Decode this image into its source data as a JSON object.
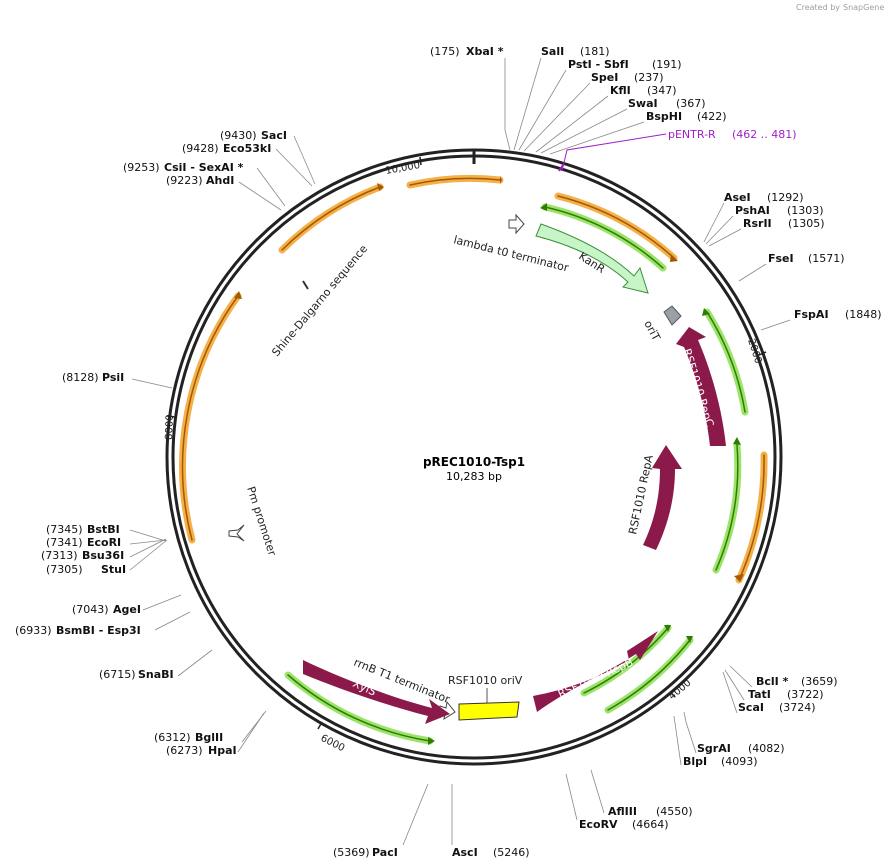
{
  "credit": {
    "created_by": "Created by",
    "brand": "SnapGene"
  },
  "plasmid": {
    "name": "pREC1010-Tsp1",
    "size_label": "10,283 bp",
    "length_bp": 10283
  },
  "ticks": [
    "10,000",
    "2000",
    "4000",
    "6000",
    "8000"
  ],
  "sites": [
    {
      "pos": "(175)",
      "name": "XbaI *"
    },
    {
      "pos": "(181)",
      "name": "SalI"
    },
    {
      "pos": "(191)",
      "name": "PstI  - SbfI"
    },
    {
      "pos": "(237)",
      "name": "SpeI"
    },
    {
      "pos": "(347)",
      "name": "KflI"
    },
    {
      "pos": "(367)",
      "name": "SwaI"
    },
    {
      "pos": "(422)",
      "name": "BspHI"
    },
    {
      "pos": "(1292)",
      "name": "AseI"
    },
    {
      "pos": "(1303)",
      "name": "PshAI"
    },
    {
      "pos": "(1305)",
      "name": "RsrII"
    },
    {
      "pos": "(1571)",
      "name": "FseI"
    },
    {
      "pos": "(1848)",
      "name": "FspAI"
    },
    {
      "pos": "(3659)",
      "name": "BclI *"
    },
    {
      "pos": "(3722)",
      "name": "TatI"
    },
    {
      "pos": "(3724)",
      "name": "ScaI"
    },
    {
      "pos": "(4082)",
      "name": "SgrAI"
    },
    {
      "pos": "(4093)",
      "name": "BlpI"
    },
    {
      "pos": "(4550)",
      "name": "AflIII"
    },
    {
      "pos": "(4664)",
      "name": "EcoRV"
    },
    {
      "pos": "(5246)",
      "name": "AscI"
    },
    {
      "pos": "(5369)",
      "name": "PacI"
    },
    {
      "pos": "(6273)",
      "name": "HpaI"
    },
    {
      "pos": "(6312)",
      "name": "BglII"
    },
    {
      "pos": "(6715)",
      "name": "SnaBI"
    },
    {
      "pos": "(6933)",
      "name": "BsmBI  - Esp3I"
    },
    {
      "pos": "(7043)",
      "name": "AgeI"
    },
    {
      "pos": "(7305)",
      "name": "StuI"
    },
    {
      "pos": "(7313)",
      "name": "Bsu36I"
    },
    {
      "pos": "(7341)",
      "name": "EcoRI"
    },
    {
      "pos": "(7345)",
      "name": "BstBI"
    },
    {
      "pos": "(8128)",
      "name": "PsiI"
    },
    {
      "pos": "(9223)",
      "name": "AhdI"
    },
    {
      "pos": "(9253)",
      "name": "CsiI  - SexAI *"
    },
    {
      "pos": "(9428)",
      "name": "Eco53kI"
    },
    {
      "pos": "(9430)",
      "name": "SacI"
    }
  ],
  "primer": {
    "name": "pENTR-R",
    "range": "(462 .. 481)",
    "color": "#a020c8"
  },
  "features": {
    "kanr": "KanR",
    "lambda": "lambda t0 terminator",
    "orit": "oriT",
    "repc": "RSF1010 RepC",
    "repa": "RSF1010 RepA",
    "repb": "RSF1010 RepB",
    "oriv": "RSF1010 oriV",
    "rrnb": "rrnB T1 terminator",
    "xyls": "XylS",
    "pm": "Pm promoter",
    "sd": "Shine-Dalgarno sequence"
  },
  "colors": {
    "backbone": "#222222",
    "orf_orange": "#f5b04a",
    "orf_green": "#9be36a",
    "kanr": "#c8f5c8",
    "rep": "#8b1a4a",
    "oriv": "#ffff00",
    "orit": "#9aa0a6"
  }
}
